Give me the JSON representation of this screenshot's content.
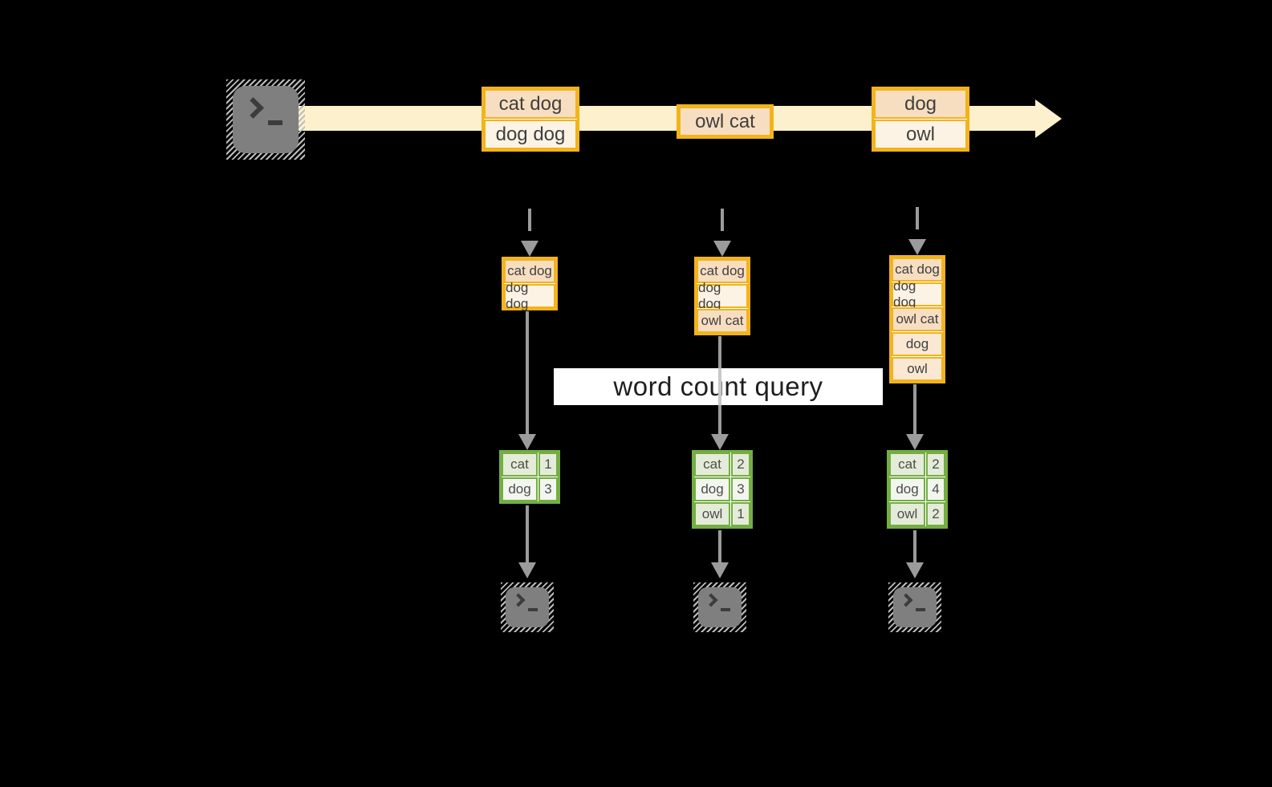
{
  "label": {
    "text": "word count query"
  },
  "stream": {
    "events": [
      {
        "rows": [
          {
            "text": "cat dog"
          },
          {
            "text": "dog dog"
          }
        ]
      },
      {
        "rows": [
          {
            "text": "owl cat"
          }
        ]
      },
      {
        "rows": [
          {
            "text": "dog"
          },
          {
            "text": "owl"
          }
        ]
      }
    ]
  },
  "columns": [
    {
      "state": [
        "cat dog",
        "dog dog"
      ],
      "result": [
        {
          "word": "cat",
          "count": "1"
        },
        {
          "word": "dog",
          "count": "3"
        }
      ]
    },
    {
      "state": [
        "cat dog",
        "dog dog",
        "owl cat"
      ],
      "result": [
        {
          "word": "cat",
          "count": "2"
        },
        {
          "word": "dog",
          "count": "3"
        },
        {
          "word": "owl",
          "count": "1"
        }
      ]
    },
    {
      "state": [
        "cat dog",
        "dog dog",
        "owl cat",
        "dog",
        "owl"
      ],
      "result": [
        {
          "word": "cat",
          "count": "2"
        },
        {
          "word": "dog",
          "count": "4"
        },
        {
          "word": "owl",
          "count": "2"
        }
      ]
    }
  ],
  "icons": {
    "source": "terminal-icon",
    "stream_arrow": "arrow-right-icon",
    "outputs": "terminal-icon"
  },
  "colors": {
    "bg": "#000000",
    "band": "#FCF1CC",
    "amber": "#F2B31C",
    "peach": "#F8DEC0",
    "cream": "#FDF3E5",
    "blush": "#FAE8D3",
    "green": "#74AE43",
    "green_dark": "#E4ECD9",
    "green_light": "#F3F6EE",
    "gray": "#9B9B9B",
    "terminal": "#7F7F7F",
    "text": "#3F3F3F",
    "label_text": "#1E1E1E"
  }
}
